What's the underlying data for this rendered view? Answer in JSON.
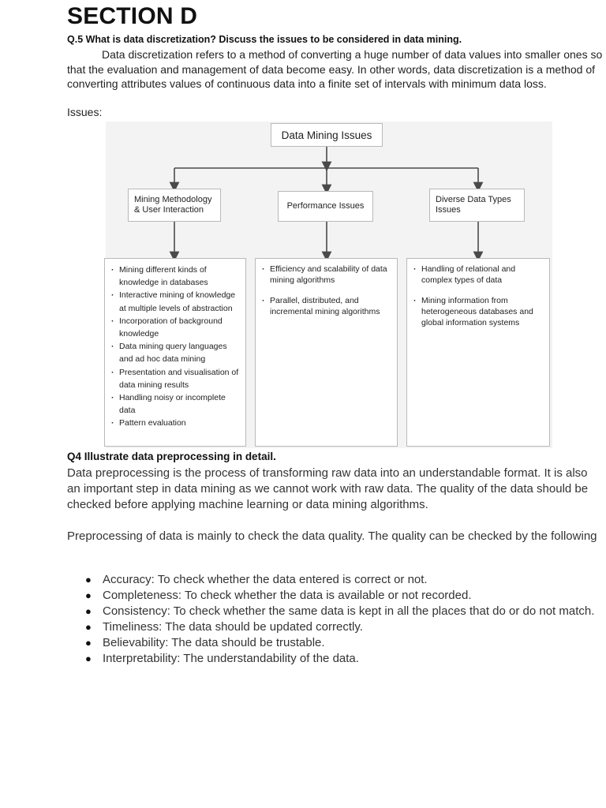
{
  "section_title": "SECTION D",
  "q5": {
    "heading": "Q.5 What is data discretization? Discuss the issues to be considered in data mining.",
    "paragraph": "Data discretization refers to a method of converting a huge number of data values into smaller ones so that the evaluation and management of data become easy. In other words, data discretization is a method of converting attributes values of continuous data into a finite set of intervals with minimum data loss.",
    "issues_label": "Issues:"
  },
  "diagram": {
    "root": "Data Mining Issues",
    "categories": [
      {
        "label": "Mining Methodology & User Interaction",
        "items": [
          "Mining different kinds of knowledge in databases",
          "Interactive mining of knowledge at multiple levels of abstraction",
          "Incorporation of background knowledge",
          "Data mining query languages and ad hoc data mining",
          "Presentation and visualisation of data mining results",
          "Handling noisy or incomplete data",
          "Pattern evaluation"
        ]
      },
      {
        "label": "Performance Issues",
        "items": [
          "Efficiency and scalability of data mining algorithms",
          "Parallel, distributed, and incremental mining algorithms"
        ]
      },
      {
        "label": "Diverse Data Types Issues",
        "items": [
          "Handling of relational and complex types of data",
          "Mining information from heterogeneous databases and global information systems"
        ]
      }
    ]
  },
  "q4": {
    "heading": "Q4  Illustrate data preprocessing in detail.",
    "paragraph1": " Data preprocessing is the process of transforming raw data into an understandable format. It is also an important step in data mining as we cannot work with raw data. The quality of the data should be checked before applying machine learning or data mining algorithms.",
    "paragraph2": "Preprocessing of data is mainly to check the data quality. The quality can be checked by the following",
    "bullet_symbol": "●",
    "list": [
      "Accuracy: To check whether the data entered is correct or not.",
      "Completeness: To check whether the data is available or not recorded.",
      "Consistency: To check whether the same data is kept in all the places that do or do not match.",
      "Timeliness: The data should be updated correctly.",
      "Believability: The data should be trustable.",
      "Interpretability: The understandability of the data."
    ]
  }
}
